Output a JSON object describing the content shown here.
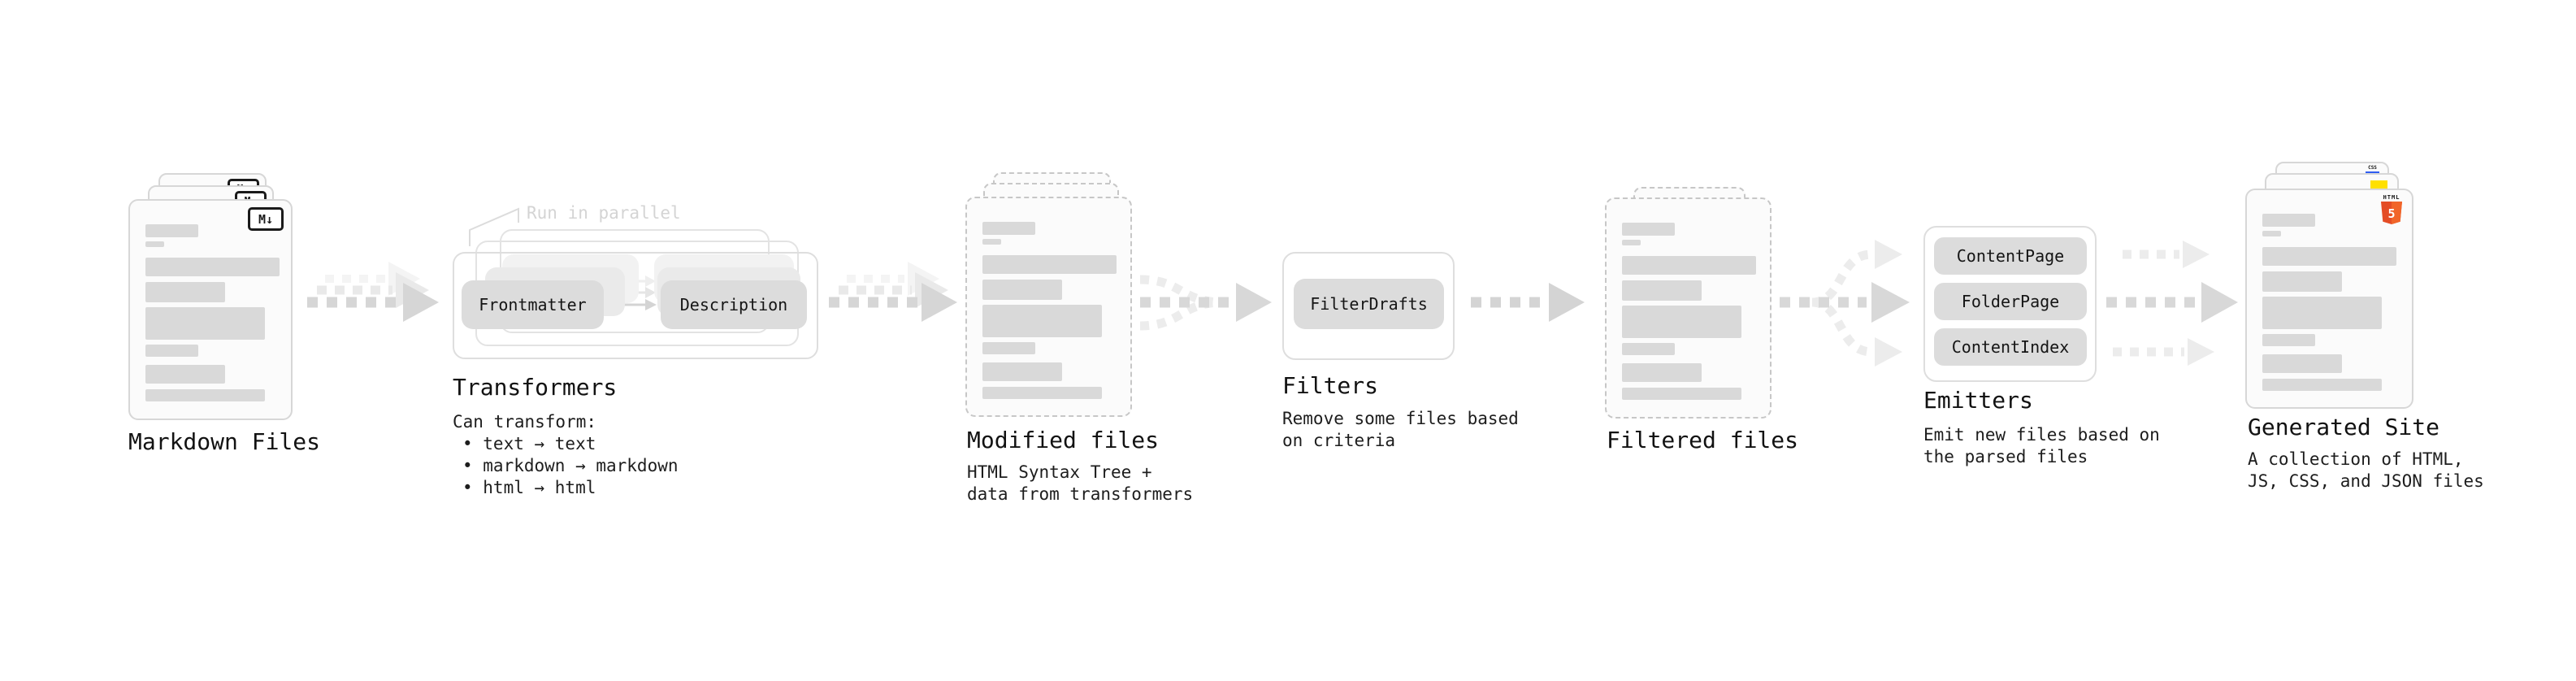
{
  "stages": {
    "markdown_files": {
      "label": "Markdown Files",
      "icon_label": "M↓"
    },
    "transformers": {
      "label": "Transformers",
      "note": "Run in parallel",
      "input_pill": "Frontmatter",
      "output_pill": "Description",
      "desc_title": "Can transform:",
      "bullets": [
        "• text → text",
        "• markdown → markdown",
        "• html → html"
      ]
    },
    "modified_files": {
      "label": "Modified files",
      "desc": "HTML Syntax Tree +\ndata from transformers"
    },
    "filters": {
      "label": "Filters",
      "pill": "FilterDrafts",
      "desc": "Remove some files based\non criteria"
    },
    "filtered_files": {
      "label": "Filtered files"
    },
    "emitters": {
      "label": "Emitters",
      "pills": [
        "ContentPage",
        "FolderPage",
        "ContentIndex"
      ],
      "desc": "Emit new files based on\nthe parsed files"
    },
    "generated_site": {
      "label": "Generated Site",
      "desc": "A collection of HTML,\nJS, CSS, and JSON files",
      "badges": {
        "css": "CSS",
        "html": "HTML",
        "html5_number": "5"
      }
    }
  },
  "colors": {
    "html5_dark": "#e44d26",
    "html5_light": "#f16529",
    "js_yellow": "#ffe000",
    "css_blue": "#2f5df1",
    "bar_gray": "#d9d9d9",
    "arrow_gray": "#d6d6d6"
  }
}
